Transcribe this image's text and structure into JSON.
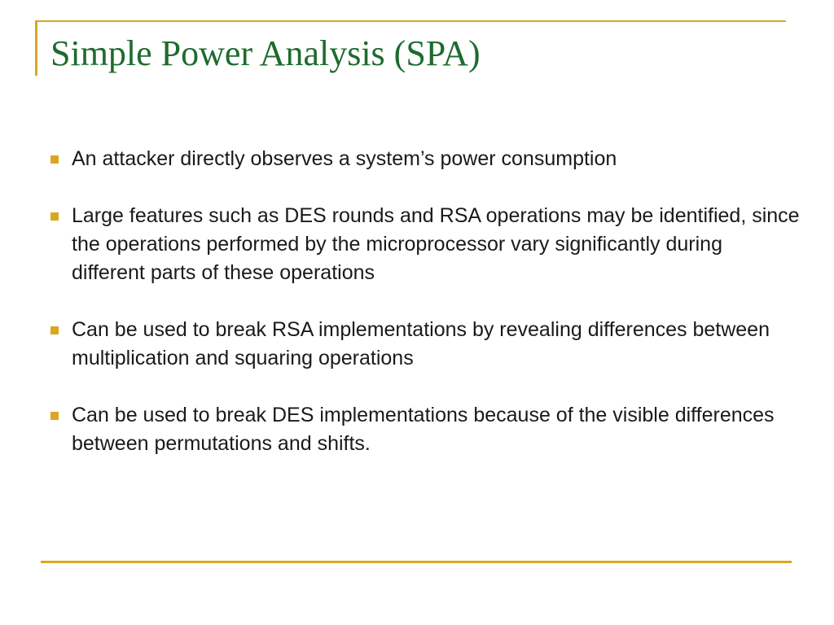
{
  "slide": {
    "title": "Simple Power Analysis (SPA)",
    "bullets": [
      {
        "text": "An attacker directly observes a system’s power consumption"
      },
      {
        "text": "Large features such as DES rounds and RSA operations may be identified, since the operations performed by the microprocessor vary significantly during different parts of these operations"
      },
      {
        "text": "Can be used to break RSA implementations by revealing differences between multiplication and squaring operations"
      },
      {
        "text": "Can be used to break DES implementations because of the visible differences between permutations and shifts."
      }
    ]
  },
  "colors": {
    "accent": "#D9A820",
    "title": "#1E6B2E",
    "text": "#1a1a1a"
  },
  "icons": {
    "bullet": "square-bullet-icon"
  }
}
